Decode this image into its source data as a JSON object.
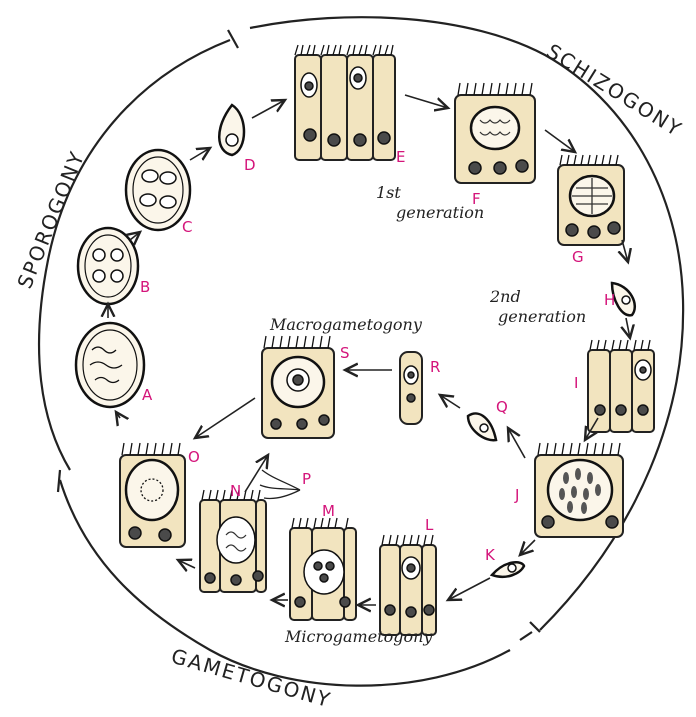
{
  "phases": {
    "sporogony": "SPOROGONY",
    "schizogony": "SCHIZOGONY",
    "gametogony": "GAMETOGONY"
  },
  "stage_labels": {
    "A": "A",
    "B": "B",
    "C": "C",
    "D": "D",
    "E": "E",
    "F": "F",
    "G": "G",
    "H": "H",
    "I": "I",
    "J": "J",
    "K": "K",
    "L": "L",
    "M": "M",
    "N": "N",
    "O": "O",
    "P": "P",
    "Q": "Q",
    "R": "R",
    "S": "S"
  },
  "notes": {
    "first_generation_sup": "1st",
    "first_generation": "generation",
    "second_generation_sup": "2nd",
    "second_generation": "generation",
    "macrogametogony": "Macrogametogony",
    "microgametogony": "Microgametogony"
  },
  "colors": {
    "label": "#d4147a",
    "cell_fill": "#f2e4bf",
    "ink": "#222222"
  }
}
